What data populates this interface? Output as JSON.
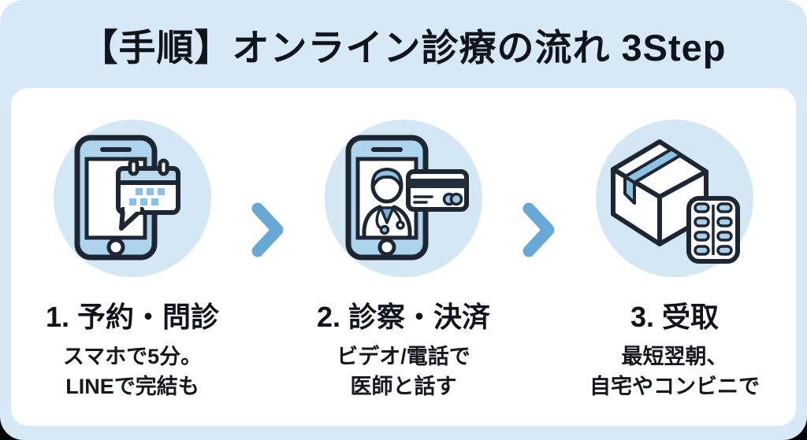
{
  "title": "【手順】オンライン診療の流れ 3Step",
  "steps": [
    {
      "title": "1. 予約・問診",
      "line1": "スマホで5分。",
      "line2": "LINEで完結も",
      "icon": "smartphone-calendar-icon"
    },
    {
      "title": "2. 診察・決済",
      "line1": "ビデオ/電話で",
      "line2": "医師と話す",
      "icon": "smartphone-doctor-credit-card-icon"
    },
    {
      "title": "3. 受取",
      "line1": "最短翌朝、",
      "line2": "自宅やコンビニで",
      "icon": "package-box-pill-sheet-icon"
    }
  ],
  "colors": {
    "card-bg": "#d7e9f6",
    "circle-bg": "#d4e7f5",
    "ink": "#10151d",
    "outline": "#1d2734",
    "phone-fill": "#aed3ec",
    "accent-blue": "#68a8d4",
    "calendar-header": "#badaef",
    "calendar-dot": "#8cc1e3",
    "tape-blue": "#8ec2e2",
    "pill-blue": "#a9cfe9",
    "shirt-blue": "#6fb0d8",
    "hair-blue": "#8fc3e4",
    "card-logo-blue": "#9cc6e2",
    "stripe-dark": "#232e3c"
  }
}
